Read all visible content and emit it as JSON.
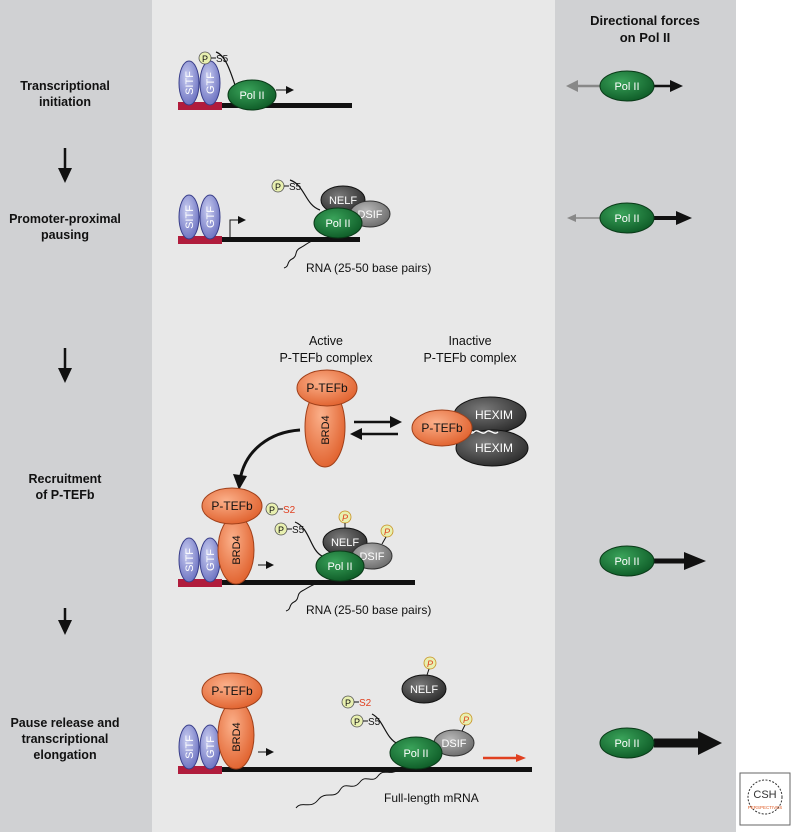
{
  "right_header": [
    "Directional forces",
    "on Pol II"
  ],
  "stages": [
    {
      "lines": [
        "Transcriptional",
        "initiation"
      ]
    },
    {
      "lines": [
        "Promoter-proximal",
        "pausing"
      ]
    },
    {
      "lines": [
        "Recruitment",
        "of P-TEFb"
      ]
    },
    {
      "lines": [
        "Pause release and",
        "transcriptional",
        "elongation"
      ]
    }
  ],
  "labels": {
    "sitf": "SITF",
    "gtf": "GTF",
    "pol2": "Pol II",
    "nelf": "NELF",
    "dsif": "DSIF",
    "ptefb": "P-TEFb",
    "brd4": "BRD4",
    "hexim": "HEXIM",
    "p": "P",
    "s5": "S5",
    "s2": "S2",
    "rna_short": "RNA (25-50 base pairs)",
    "mrna": "Full-length mRNA",
    "active": [
      "Active",
      "P-TEFb complex"
    ],
    "inactive": [
      "Inactive",
      "P-TEFb complex"
    ]
  },
  "logo": {
    "top": "CSH",
    "bottom": "PERSPECTIVES"
  },
  "colors": {
    "left_panel": "#d0d1d3",
    "middle_panel": "#e8e8e8",
    "right_panel": "#d0d1d3",
    "pol2": "#1a7a3a",
    "ptefb": "#ee7a4a",
    "nelf": "#4a4a4a",
    "dsif": "#8a8a8a",
    "sitf_gtf": "#8a8fcf",
    "dna": "#111111",
    "promoter": "#b01c3c",
    "phospho": "#e8f0b0",
    "s2": "#e04020"
  }
}
